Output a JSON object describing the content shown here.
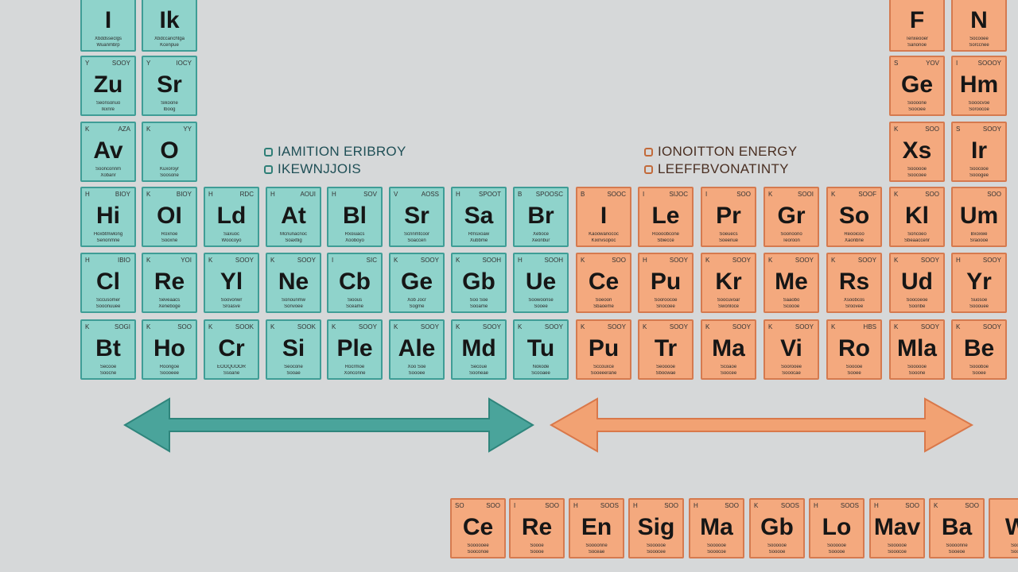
{
  "colors": {
    "teal": "#8fd3cb",
    "teal_border": "#3f9d96",
    "orange": "#f4a97e",
    "orange_border": "#d57a4f",
    "teal_arrow": "#4aa49b",
    "orange_arrow": "#f2a273"
  },
  "legend_left": {
    "line1": "IAMITION ERIBROY",
    "line2": "IKEWNJJOIS"
  },
  "legend_right": {
    "line1": "IONOITTON ENERGY",
    "line2": "LEEFFBVONATINTY"
  },
  "tiles": [
    {
      "sym": "I",
      "num": "",
      "mass": "",
      "l1": "Xbddsseclgs",
      "l2": "Wuanmbrp",
      "c": "teal"
    },
    {
      "sym": "Ik",
      "num": "",
      "mass": "",
      "l1": "Xbdccanchtga",
      "l2": "Kcenpue",
      "c": "teal"
    },
    {
      "sym": "Zu",
      "num": "Y",
      "mass": "SOOY",
      "l1": "Seonsonuo",
      "l2": "lkxnre",
      "c": "teal"
    },
    {
      "sym": "Sr",
      "num": "Y",
      "mass": "IOCY",
      "l1": "Sikoone",
      "l2": "Iboog",
      "c": "teal"
    },
    {
      "sym": "Av",
      "num": "K",
      "mass": "AZA",
      "l1": "Soonconnm",
      "l2": "Xobanr",
      "c": "teal"
    },
    {
      "sym": "O",
      "num": "K",
      "mass": "YY",
      "l1": "Kuxoroyr",
      "l2": "Soosone",
      "c": "teal"
    },
    {
      "sym": "Hi",
      "num": "H",
      "mass": "BIOY",
      "l1": "Hoxbtmwlong",
      "l2": "Senonmne",
      "c": "teal"
    },
    {
      "sym": "OI",
      "num": "K",
      "mass": "BIOY",
      "l1": "Roxnoe",
      "l2": "Sooxne",
      "c": "teal"
    },
    {
      "sym": "Ld",
      "num": "H",
      "mass": "RDC",
      "l1": "Saxuoc",
      "l2": "Woocoyo",
      "c": "teal"
    },
    {
      "sym": "At",
      "num": "H",
      "mass": "AOUI",
      "l1": "Mcnunacnoc",
      "l2": "Soaxtlig",
      "c": "teal"
    },
    {
      "sym": "Bl",
      "num": "H",
      "mass": "SOV",
      "l1": "Rxoiuacs",
      "l2": "Xooboyo",
      "c": "teal"
    },
    {
      "sym": "Sr",
      "num": "V",
      "mass": "AOSS",
      "l1": "Scnnmtcoor",
      "l2": "Soaccen",
      "c": "teal"
    },
    {
      "sym": "Sa",
      "num": "H",
      "mass": "SPOOT",
      "l1": "Rmsxoaw",
      "l2": "Xubbme",
      "c": "teal"
    },
    {
      "sym": "Br",
      "num": "B",
      "mass": "SPOOSC",
      "l1": "Xetioce",
      "l2": "Xeonbur",
      "c": "teal"
    },
    {
      "sym": "I",
      "num": "B",
      "mass": "SOOC",
      "l1": "Kaoowanococ",
      "l2": "Kixnvsopoc",
      "c": "orange"
    },
    {
      "sym": "Le",
      "num": "I",
      "mass": "SIJOC",
      "l1": "Roooobcone",
      "l2": "Sbiecce",
      "c": "orange"
    },
    {
      "sym": "Pr",
      "num": "I",
      "mass": "SOO",
      "l1": "Soeuecs",
      "l2": "Soeenue",
      "c": "orange"
    },
    {
      "sym": "Gr",
      "num": "K",
      "mass": "SOOI",
      "l1": "Soonoono",
      "l2": "Teoroon",
      "c": "orange"
    },
    {
      "sym": "So",
      "num": "K",
      "mass": "SOOF",
      "l1": "Reooicoo",
      "l2": "Xaonbne",
      "c": "orange"
    },
    {
      "sym": "Kl",
      "num": "K",
      "mass": "SOO",
      "l1": "Soncoeo",
      "l2": "Sbeaaccenr",
      "c": "orange"
    },
    {
      "sym": "Um",
      "num": "",
      "mass": "SOO",
      "l1": "Bxoxwe",
      "l2": "Sraoooe",
      "c": "orange"
    },
    {
      "sym": "Cl",
      "num": "H",
      "mass": "IBIO",
      "l1": "Sccusomer",
      "l2": "Sooonuuee",
      "c": "teal"
    },
    {
      "sym": "Re",
      "num": "K",
      "mass": "YOI",
      "l1": "Seveaacs",
      "l2": "Xeneboge",
      "c": "teal"
    },
    {
      "sym": "Yl",
      "num": "K",
      "mass": "SOOY",
      "l1": "Soovonwr",
      "l2": "Sroasve",
      "c": "teal"
    },
    {
      "sym": "Ne",
      "num": "K",
      "mass": "SOOY",
      "l1": "Sonounmw",
      "l2": "Sonvoee",
      "c": "teal"
    },
    {
      "sym": "Cb",
      "num": "I",
      "mass": "SIC",
      "l1": "Sioous",
      "l2": "Sceame",
      "c": "teal"
    },
    {
      "sym": "Ge",
      "num": "K",
      "mass": "SOOY",
      "l1": "Xob Jocr",
      "l2": "Sogme",
      "c": "teal"
    },
    {
      "sym": "Gb",
      "num": "K",
      "mass": "SOOH",
      "l1": "Soo Soe",
      "l2": "Sooame",
      "c": "teal"
    },
    {
      "sym": "Ue",
      "num": "H",
      "mass": "SOOH",
      "l1": "Soowoonse",
      "l2": "Sooee",
      "c": "teal"
    },
    {
      "sym": "Ce",
      "num": "K",
      "mass": "SOO",
      "l1": "Soeoon",
      "l2": "Sbaoeme",
      "c": "orange"
    },
    {
      "sym": "Pu",
      "num": "H",
      "mass": "SOOY",
      "l1": "Sooroocoe",
      "l2": "Snocoee",
      "c": "orange"
    },
    {
      "sym": "Kr",
      "num": "K",
      "mass": "SOOY",
      "l1": "Soocuvoar",
      "l2": "Swonloce",
      "c": "orange"
    },
    {
      "sym": "Me",
      "num": "K",
      "mass": "SOOY",
      "l1": "Saaobo",
      "l2": "Scoooe",
      "c": "orange"
    },
    {
      "sym": "Rs",
      "num": "K",
      "mass": "SOOY",
      "l1": "Xsoobcos",
      "l2": "Sroovee",
      "c": "orange"
    },
    {
      "sym": "Ud",
      "num": "K",
      "mass": "SOOY",
      "l1": "Soocoeoe",
      "l2": "Soonbe",
      "c": "orange"
    },
    {
      "sym": "Yr",
      "num": "H",
      "mass": "SOOY",
      "l1": "Suosoe",
      "l2": "Sooouee",
      "c": "orange"
    },
    {
      "sym": "Bt",
      "num": "K",
      "mass": "SOGI",
      "l1": "Secooe",
      "l2": "Soocne",
      "c": "teal"
    },
    {
      "sym": "Ho",
      "num": "K",
      "mass": "SOO",
      "l1": "Roongoe",
      "l2": "Soooeee",
      "c": "teal"
    },
    {
      "sym": "Cr",
      "num": "K",
      "mass": "SOOK",
      "l1": "EOOQUOOR",
      "l2": "Ssoane",
      "c": "teal"
    },
    {
      "sym": "Si",
      "num": "K",
      "mass": "SOOK",
      "l1": "Seocone",
      "l2": "Sooae",
      "c": "teal"
    },
    {
      "sym": "Ple",
      "num": "K",
      "mass": "SOOY",
      "l1": "Rocrmoe",
      "l2": "Xonconne",
      "c": "teal"
    },
    {
      "sym": "Ale",
      "num": "K",
      "mass": "SOOY",
      "l1": "Xoo Soe",
      "l2": "Soooee",
      "c": "teal"
    },
    {
      "sym": "Md",
      "num": "K",
      "mass": "SOOY",
      "l1": "Secoue",
      "l2": "Sooneae",
      "c": "teal"
    },
    {
      "sym": "Tu",
      "num": "K",
      "mass": "SOOY",
      "l1": "Nokode",
      "l2": "Scooaee",
      "c": "teal"
    },
    {
      "sym": "Pu",
      "num": "K",
      "mass": "SOOY",
      "l1": "Sccouxce",
      "l2": "Sooeeerane",
      "c": "orange"
    },
    {
      "sym": "Tr",
      "num": "K",
      "mass": "SOOY",
      "l1": "Seooooe",
      "l2": "Sboowae",
      "c": "orange"
    },
    {
      "sym": "Ma",
      "num": "K",
      "mass": "SOOY",
      "l1": "Scoaoe",
      "l2": "Soocee",
      "c": "orange"
    },
    {
      "sym": "Vi",
      "num": "K",
      "mass": "SOOY",
      "l1": "Soorooee",
      "l2": "Sooocae",
      "c": "orange"
    },
    {
      "sym": "Ro",
      "num": "K",
      "mass": "HBS",
      "l1": "Sooooe",
      "l2": "Sooee",
      "c": "orange"
    },
    {
      "sym": "Mla",
      "num": "K",
      "mass": "SOOY",
      "l1": "Soooooe",
      "l2": "Sooone",
      "c": "orange"
    },
    {
      "sym": "Be",
      "num": "K",
      "mass": "SOOY",
      "l1": "Soooboe",
      "l2": "Sooee",
      "c": "orange"
    },
    {
      "sym": "F",
      "num": "",
      "mass": "",
      "l1": "Tenxeooer",
      "l2": "Sanonoe",
      "c": "orange"
    },
    {
      "sym": "N",
      "num": "",
      "mass": "",
      "l1": "Socooee",
      "l2": "Sorccnee",
      "c": "orange"
    },
    {
      "sym": "Ge",
      "num": "S",
      "mass": "YOV",
      "l1": "Soooone",
      "l2": "Soociee",
      "c": "orange"
    },
    {
      "sym": "Hm",
      "num": "I",
      "mass": "SOOOY",
      "l1": "Sooocvoe",
      "l2": "Soroocoe",
      "c": "orange"
    },
    {
      "sym": "Xs",
      "num": "K",
      "mass": "SOO",
      "l1": "Soooooe",
      "l2": "Soocoee",
      "c": "orange"
    },
    {
      "sym": "Ir",
      "num": "S",
      "mass": "SOOY",
      "l1": "Soocooe",
      "l2": "Sooogee",
      "c": "orange"
    },
    {
      "sym": "Ce",
      "num": "SO",
      "mass": "SOO",
      "l1": "Soooooee",
      "l2": "Sooconoe",
      "c": "orange"
    },
    {
      "sym": "Re",
      "num": "I",
      "mass": "SOO",
      "l1": "Soooe",
      "l2": "Soooe",
      "c": "orange"
    },
    {
      "sym": "En",
      "num": "H",
      "mass": "SOOS",
      "l1": "Soooonne",
      "l2": "Soceae",
      "c": "orange"
    },
    {
      "sym": "Sig",
      "num": "H",
      "mass": "SOO",
      "l1": "Soooooe",
      "l2": "Sooocee",
      "c": "orange"
    },
    {
      "sym": "Ma",
      "num": "H",
      "mass": "SOO",
      "l1": "Soooooe",
      "l2": "Sooocoe",
      "c": "orange"
    },
    {
      "sym": "Gb",
      "num": "K",
      "mass": "SOOS",
      "l1": "Soooooe",
      "l2": "Sooooe",
      "c": "orange"
    },
    {
      "sym": "Lo",
      "num": "H",
      "mass": "SOOS",
      "l1": "Soooooe",
      "l2": "Sooooe",
      "c": "orange"
    },
    {
      "sym": "Mav",
      "num": "H",
      "mass": "SOO",
      "l1": "Soooooe",
      "l2": "Sooocoe",
      "c": "orange"
    },
    {
      "sym": "Ba",
      "num": "K",
      "mass": "SOO",
      "l1": "Soooonne",
      "l2": "Sooeoe",
      "c": "orange"
    },
    {
      "sym": "W",
      "num": "",
      "mass": "",
      "l1": "Sooo",
      "l2": "Sooo",
      "c": "orange"
    }
  ]
}
